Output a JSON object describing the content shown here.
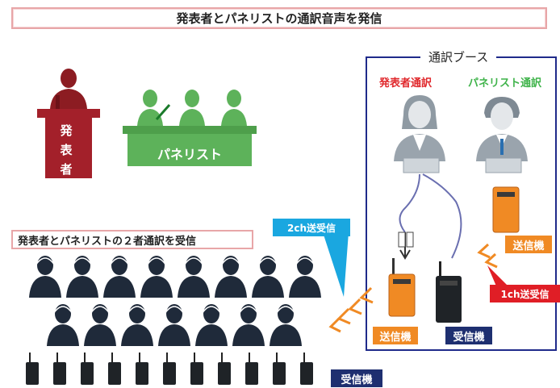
{
  "title": "発表者とパネリストの通訳音声を発信",
  "booth": {
    "title": "通訳ブース",
    "presenter_interp_label": "発表者通訳",
    "panelist_interp_label": "パネリスト通訳",
    "transmitter_label_right": "送信機",
    "transmitter_label_center": "送信機",
    "receiver_label_booth": "受信機"
  },
  "stage": {
    "podium_text": [
      "発",
      "表",
      "者"
    ],
    "panel_label": "パネリスト"
  },
  "audience": {
    "title": "発表者とパネリストの２者通訳を受信",
    "receiver_label": "受信機"
  },
  "callouts": {
    "two_channel": "2ch送受信",
    "one_channel": "1ch送受信"
  },
  "colors": {
    "frame_pink": "#e8a6a8",
    "booth_navy": "#1f2a8a",
    "podium_red": "#a3202a",
    "panel_green": "#5db25a",
    "transmitter_orange": "#f08a24",
    "receiver_black": "#1f2327",
    "callout_blue": "#1aa7e0",
    "callout_red": "#e01e26"
  }
}
